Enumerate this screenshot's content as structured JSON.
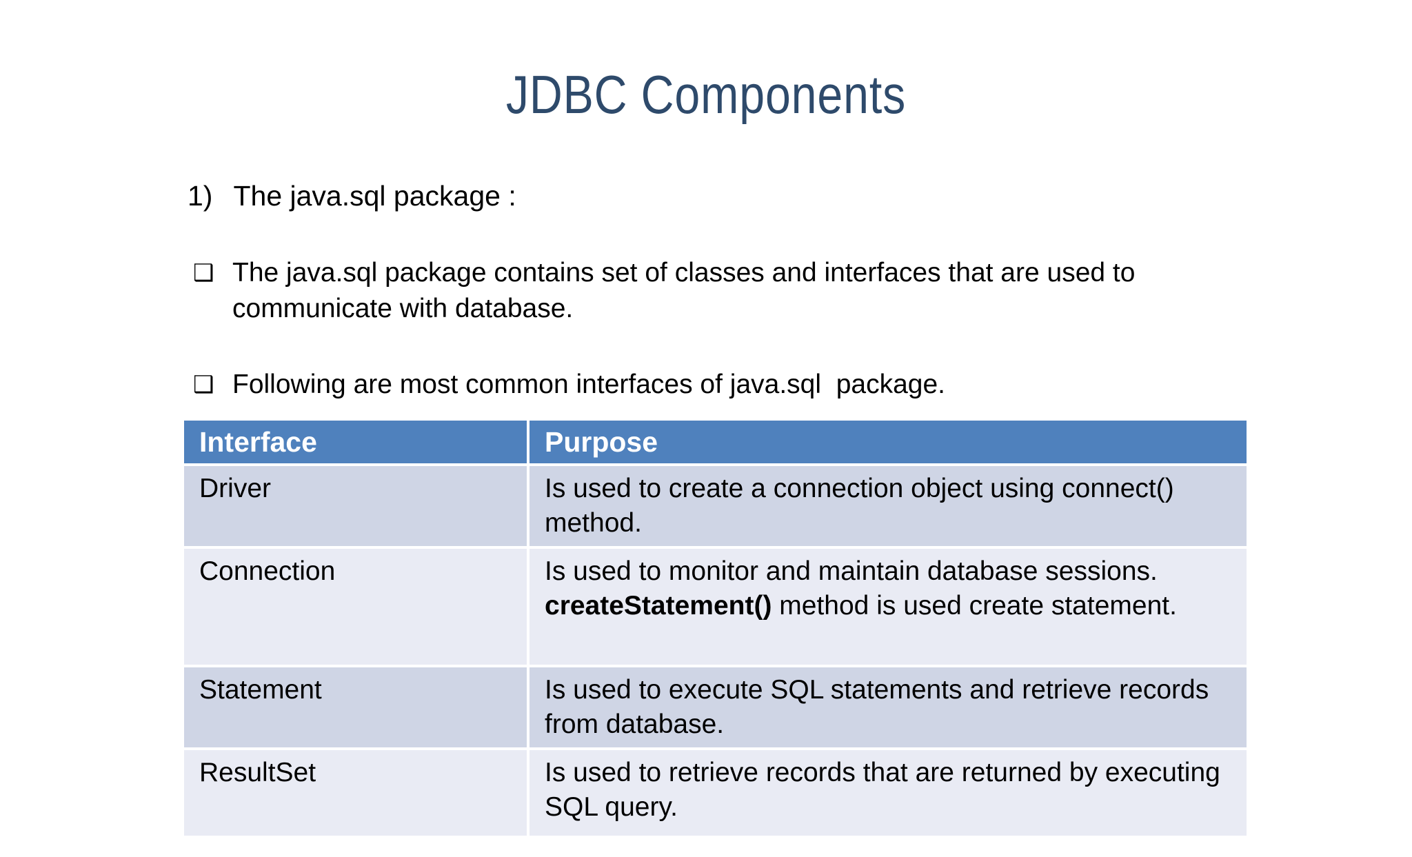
{
  "slide": {
    "title": "JDBC Components",
    "heading": {
      "number": "1)",
      "text": "The java.sql package :"
    },
    "bullet_char": "❑",
    "bullets": [
      "The java.sql package contains set of classes and interfaces that are used to communicate with database.",
      "Following are most common interfaces of java.sql  package."
    ],
    "table": {
      "headers": [
        "Interface",
        "Purpose"
      ],
      "rows": [
        {
          "interface": "Driver",
          "purpose": "Is used to create a connection object using connect() method."
        },
        {
          "interface": "Connection",
          "purpose_before": "Is used to monitor and maintain database sessions.",
          "purpose_bold": "createStatement()",
          "purpose_after": " method is used create statement."
        },
        {
          "interface": "Statement",
          "purpose": "Is used to execute SQL statements and retrieve records from database."
        },
        {
          "interface": "ResultSet",
          "purpose": "Is used to retrieve records that are returned by executing SQL query."
        }
      ]
    },
    "colors": {
      "title": "#2E4A6B",
      "table_header_bg": "#4F81BD",
      "row_band_dark": "#CFD5E5",
      "row_band_light": "#E9EBF4"
    }
  }
}
